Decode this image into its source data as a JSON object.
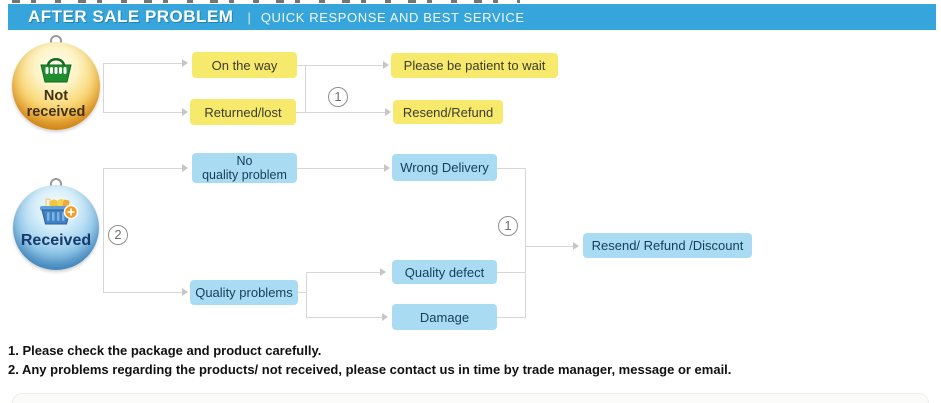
{
  "header": {
    "title": "AFTER SALE PROBLEM",
    "separator": "|",
    "subtitle": "QUICK RESPONSE AND BEST SERVICE"
  },
  "spheres": {
    "not_received": {
      "line1": "Not",
      "line2": "received",
      "icon": "shopping-basket-icon"
    },
    "received": {
      "label": "Received",
      "icon": "shopping-cart-icon"
    }
  },
  "boxes": {
    "on_the_way": "On the way",
    "returned_lost": "Returned/lost",
    "please_wait": "Please be patient to wait",
    "resend_refund": "Resend/Refund",
    "no_quality_line1": "No",
    "no_quality_line2": "quality problem",
    "quality_problems": "Quality problems",
    "wrong_delivery": "Wrong Delivery",
    "quality_defect": "Quality defect",
    "damage": "Damage",
    "resend_refund_discount": "Resend/ Refund /Discount"
  },
  "badges": {
    "branch1_top": "1",
    "branch2_left": "2",
    "branch1_right": "1"
  },
  "notes": [
    "1. Please check the package and product carefully.",
    "2. Any problems regarding the products/ not received, please contact us in time by trade manager, message or email."
  ],
  "colors": {
    "header_bg": "#35A5DC",
    "yellow_box": "#F7E96B",
    "blue_box": "#A9DCF2",
    "line": "#D6D6D6"
  }
}
